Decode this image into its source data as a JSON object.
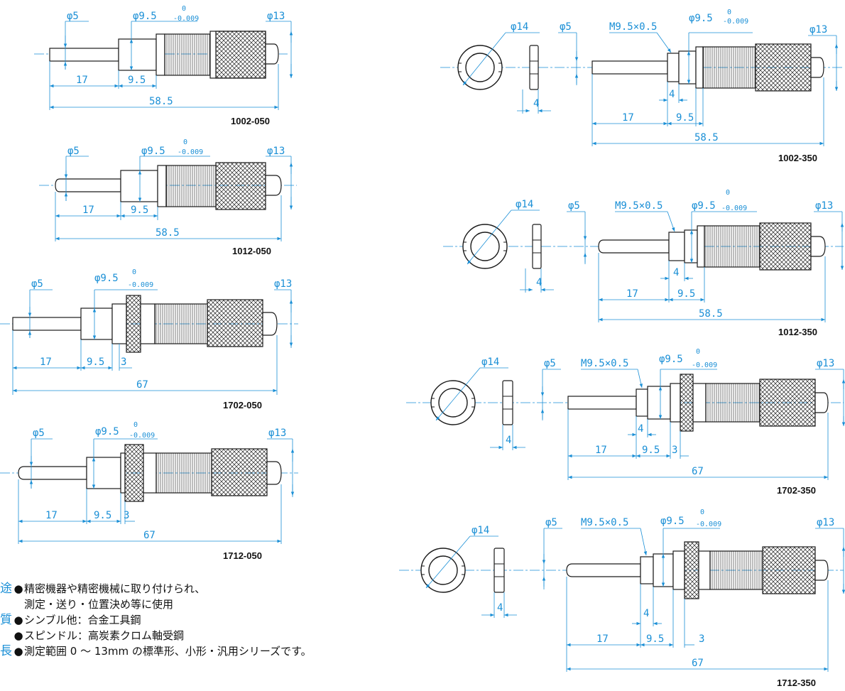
{
  "colors": {
    "dimension": "#1a8fd6",
    "outline": "#1a1a1a",
    "fill": "#ffffff"
  },
  "parts": {
    "p1002_050": {
      "label": "1002-050",
      "dia_spindle": "φ5",
      "dia_sleeve": "φ9.5",
      "tol_upper": "0",
      "tol_lower": "-0.009",
      "dia_thimble": "φ13",
      "l1": "17",
      "l2": "9.5",
      "total": "58.5"
    },
    "p1012_050": {
      "label": "1012-050",
      "dia_spindle": "φ5",
      "dia_sleeve": "φ9.5",
      "tol_upper": "0",
      "tol_lower": "-0.009",
      "dia_thimble": "φ13",
      "l1": "17",
      "l2": "9.5",
      "total": "58.5"
    },
    "p1702_050": {
      "label": "1702-050",
      "dia_spindle": "φ5",
      "dia_sleeve": "φ9.5",
      "tol_upper": "0",
      "tol_lower": "-0.009",
      "dia_thimble": "φ13",
      "l1": "17",
      "l2": "9.5",
      "l3": "3",
      "total": "67"
    },
    "p1712_050": {
      "label": "1712-050",
      "dia_spindle": "φ5",
      "dia_sleeve": "φ9.5",
      "tol_upper": "0",
      "tol_lower": "-0.009",
      "dia_thimble": "φ13",
      "l1": "17",
      "l2": "9.5",
      "l3": "3",
      "total": "67"
    },
    "p1002_350": {
      "label": "1002-350",
      "dia_nut": "φ14",
      "nut_w": "4",
      "dia_spindle": "φ5",
      "thread": "M9.5×0.5",
      "dia_sleeve": "φ9.5",
      "tol_upper": "0",
      "tol_lower": "-0.009",
      "dia_thimble": "φ13",
      "l_thread": "4",
      "l1": "17",
      "l2": "9.5",
      "total": "58.5"
    },
    "p1012_350": {
      "label": "1012-350",
      "dia_nut": "φ14",
      "nut_w": "4",
      "dia_spindle": "φ5",
      "thread": "M9.5×0.5",
      "dia_sleeve": "φ9.5",
      "tol_upper": "0",
      "tol_lower": "-0.009",
      "dia_thimble": "φ13",
      "l_thread": "4",
      "l1": "17",
      "l2": "9.5",
      "total": "58.5"
    },
    "p1702_350": {
      "label": "1702-350",
      "dia_nut": "φ14",
      "nut_w": "4",
      "dia_spindle": "φ5",
      "thread": "M9.5×0.5",
      "dia_sleeve": "φ9.5",
      "tol_upper": "0",
      "tol_lower": "-0.009",
      "dia_thimble": "φ13",
      "l_thread": "4",
      "l1": "17",
      "l2": "9.5",
      "l3": "3",
      "total": "67"
    },
    "p1712_350": {
      "label": "1712-350",
      "dia_nut": "φ14",
      "nut_w": "4",
      "dia_spindle": "φ5",
      "thread": "M9.5×0.5",
      "dia_sleeve": "φ9.5",
      "tol_upper": "0",
      "tol_lower": "-0.009",
      "dia_thimble": "φ13",
      "l_thread": "4",
      "l1": "17",
      "l2": "9.5",
      "l3": "3",
      "total": "67"
    }
  },
  "notes": {
    "usage_tag": "途",
    "usage_line1": "精密機器や精密機械に取り付けられ、",
    "usage_line2": "測定・送り・位置決め等に使用",
    "material_tag": "質",
    "material_line1": "シンブル他：合金工具鋼",
    "material_line2": "スピンドル：高炭素クロム軸受鋼",
    "feature_tag": "長",
    "feature_line1": "測定範囲 0 〜 13mm の標準形、小形・汎用シリーズです。"
  }
}
